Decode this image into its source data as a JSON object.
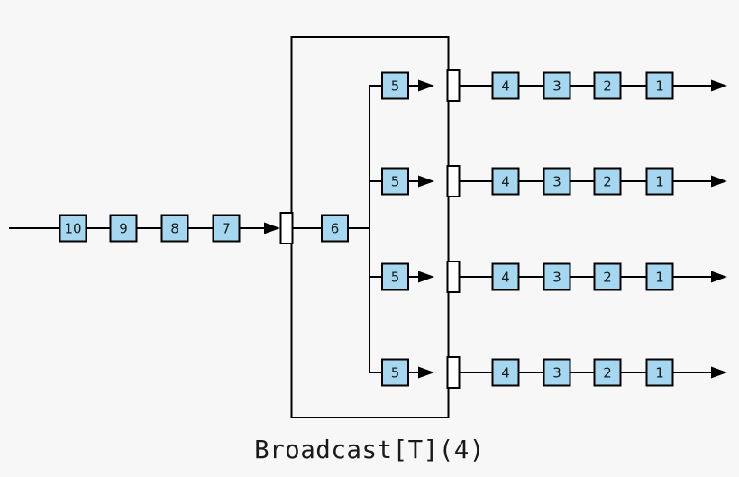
{
  "caption": "Broadcast[T](4)",
  "colors": {
    "background": "#f7f7f7",
    "element_fill": "#a5d8f0",
    "stroke": "#000000",
    "port_fill": "#ffffff",
    "text": "#1b1b1b"
  },
  "diagram": {
    "type": "stream-flow-broadcast",
    "stage_label": "Broadcast[T](4)",
    "fanout": 4,
    "input_elements": [
      "10",
      "9",
      "8",
      "7"
    ],
    "stage_inner_element": "6",
    "branch_element": "5",
    "output_elements": [
      "4",
      "3",
      "2",
      "1"
    ]
  }
}
